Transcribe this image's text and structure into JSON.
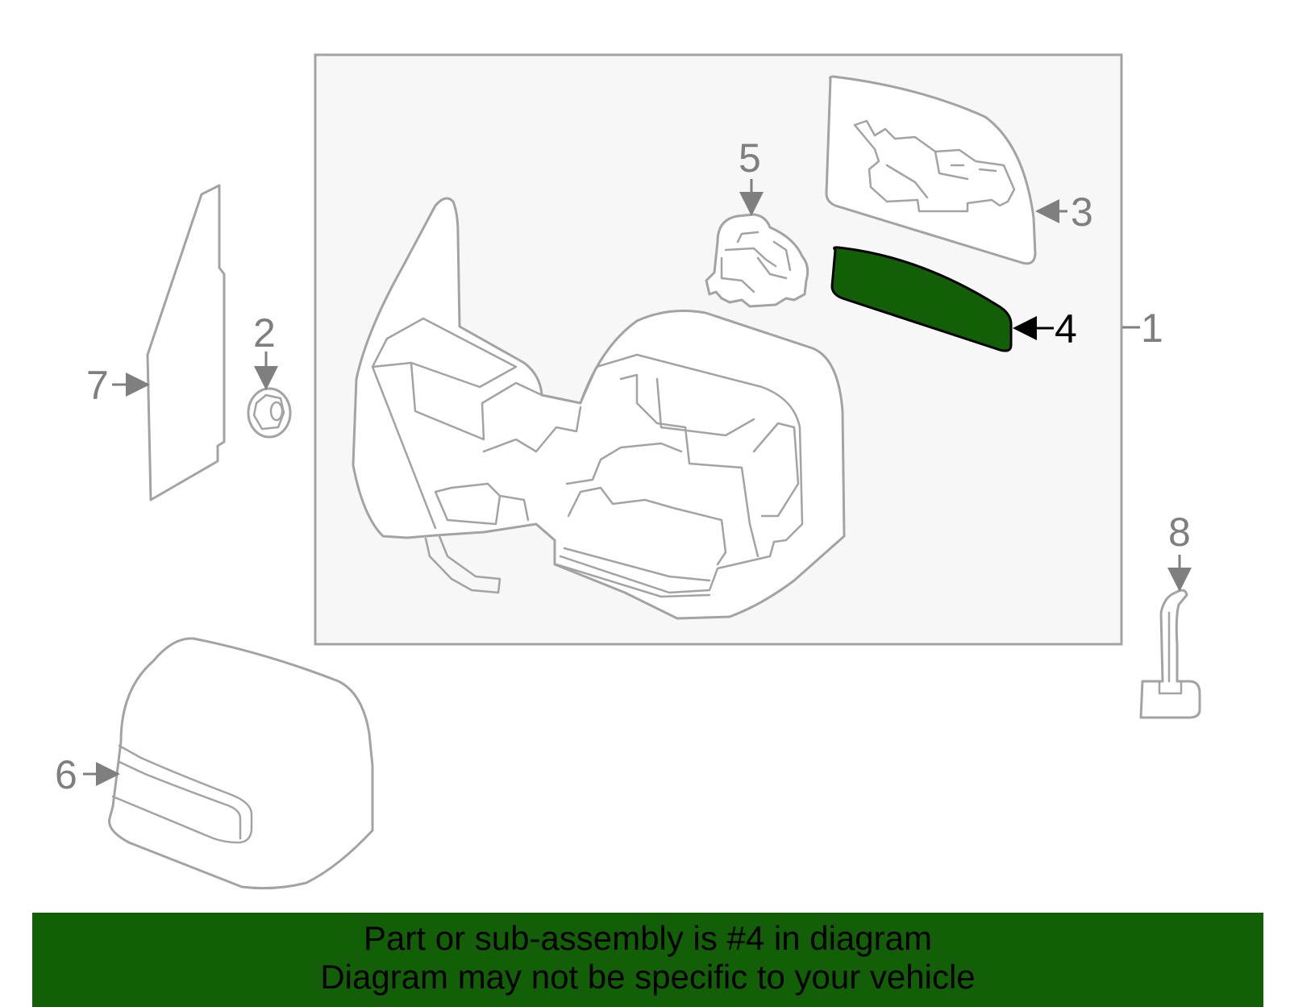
{
  "callouts": {
    "c1": "1",
    "c2": "2",
    "c3": "3",
    "c4": "4",
    "c5": "5",
    "c6": "6",
    "c7": "7",
    "c8": "8"
  },
  "highlighted_part": "4",
  "colors": {
    "highlight": "#135f07",
    "banner": "#135f07",
    "line": "#a3a3a3",
    "assembly_bg": "#f7f7f7"
  },
  "banner": {
    "line1": "Part or sub-assembly is #4 in diagram",
    "line2": "Diagram may not be specific to your vehicle"
  }
}
